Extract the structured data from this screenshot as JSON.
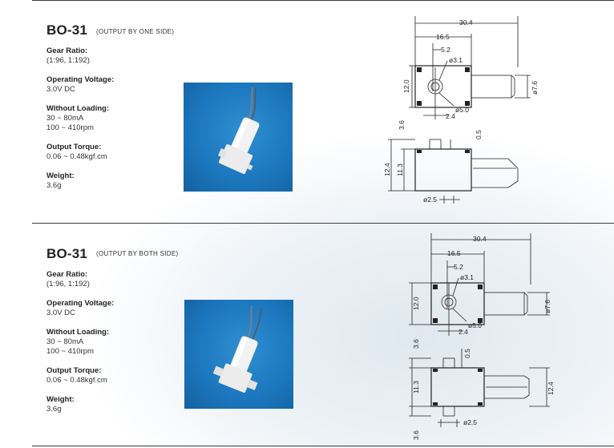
{
  "products": [
    {
      "model": "BO-31",
      "subtitle": "(OUTPUT BY ONE SIDE)",
      "specs": [
        {
          "label": "Gear Ratio:",
          "lines": [
            "(1:96, 1:192)"
          ]
        },
        {
          "label": "Operating Voltage:",
          "lines": [
            "3.0V DC"
          ]
        },
        {
          "label": "Without Loading:",
          "lines": [
            "30 ~ 80mA",
            "100 ~ 410rpm"
          ]
        },
        {
          "label": "Output Torque:",
          "lines": [
            "0.06 ~ 0.48kgf.cm"
          ]
        },
        {
          "label": "Weight:",
          "lines": [
            "3.6g"
          ]
        }
      ],
      "dims": {
        "overall_length": "30.4",
        "body_length": "16.5",
        "shaft_offset": "5.2",
        "shaft_dia": "ø3.1",
        "height": "12.0",
        "motor_dia": "ø7.6",
        "hole_dia": "ø5.0",
        "hole_offset": "2.4",
        "shaft_height": "3.6",
        "shaft_gap": "0.5",
        "total_height": "12.4",
        "body_height": "11.3",
        "shaft_end_dia": "ø2.5"
      }
    },
    {
      "model": "BO-31",
      "subtitle": "(OUTPUT BY BOTH SIDE)",
      "specs": [
        {
          "label": "Gear Ratio:",
          "lines": [
            "(1:96, 1:192)"
          ]
        },
        {
          "label": "Operating Voltage:",
          "lines": [
            "3.0V DC"
          ]
        },
        {
          "label": "Without Loading:",
          "lines": [
            "30 ~ 80mA",
            "100 ~ 410rpm"
          ]
        },
        {
          "label": "Output Torque:",
          "lines": [
            "0.06 ~ 0.48kgf.cm"
          ]
        },
        {
          "label": "Weight:",
          "lines": [
            "3.6g"
          ]
        }
      ],
      "dims": {
        "overall_length": "30.4",
        "body_length": "16.5",
        "shaft_offset": "5.2",
        "shaft_dia": "ø3.1",
        "height": "12.0",
        "motor_dia": "ø7.6",
        "hole_dia": "ø5.0",
        "hole_offset": "2.4",
        "shaft_height": "3.6",
        "shaft_gap": "0.5",
        "body_height": "11.3",
        "total_height": "12.4",
        "shaft_end_dia": "ø2.5",
        "shaft_height_bottom": "3.6"
      }
    }
  ]
}
